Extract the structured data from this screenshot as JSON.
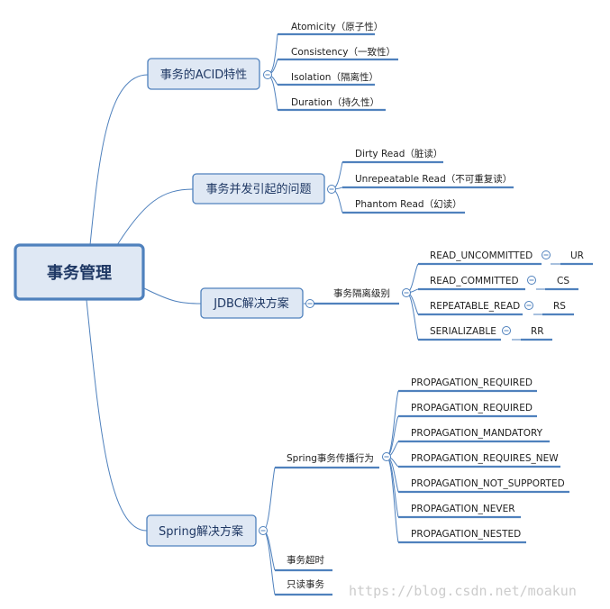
{
  "root": "事务管理",
  "branches": {
    "acid": {
      "label": "事务的ACID特性",
      "items": [
        "Atomicity（原子性）",
        "Consistency（一致性）",
        "Isolation（隔离性）",
        "Duration（持久性）"
      ]
    },
    "concurrency": {
      "label": "事务并发引起的问题",
      "items": [
        "Dirty Read（脏读）",
        "Unrepeatable Read（不可重复读）",
        "Phantom Read（幻读）"
      ]
    },
    "jdbc": {
      "label": "JDBC解决方案",
      "sub": "事务隔离级别",
      "levels": [
        {
          "name": "READ_UNCOMMITTED",
          "abbr": "UR"
        },
        {
          "name": "READ_COMMITTED",
          "abbr": "CS"
        },
        {
          "name": "REPEATABLE_READ",
          "abbr": "RS"
        },
        {
          "name": "SERIALIZABLE",
          "abbr": "RR"
        }
      ]
    },
    "spring": {
      "label": "Spring解决方案",
      "propagation": {
        "label": "Spring事务传播行为",
        "items": [
          "PROPAGATION_REQUIRED",
          "PROPAGATION_REQUIRED",
          "PROPAGATION_MANDATORY",
          "PROPAGATION_REQUIRES_NEW",
          "PROPAGATION_NOT_SUPPORTED",
          "PROPAGATION_NEVER",
          "PROPAGATION_NESTED"
        ]
      },
      "timeout": "事务超时",
      "readonly": "只读事务"
    }
  },
  "watermark": "https://blog.csdn.net/moakun",
  "colors": {
    "line": "#4f81bd",
    "node_fill": "#dfe8f4",
    "root_text": "#1f3864"
  }
}
